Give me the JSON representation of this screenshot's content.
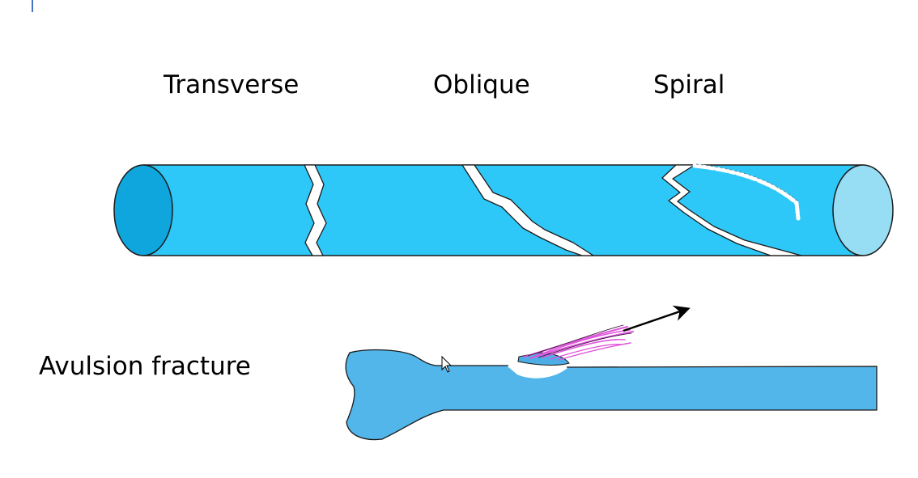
{
  "labels": {
    "transverse": "Transverse",
    "oblique": "Oblique",
    "spiral": "Spiral",
    "avulsion": "Avulsion fracture"
  },
  "colors": {
    "shaft": "#2ec8f8",
    "shaft_end_left": "#0fa6dd",
    "shaft_end_right": "#97def4",
    "avulsion_bone": "#52b6ea",
    "fragment": "#4daee6",
    "tendon": "#e055dc",
    "outline": "#1a1a1a",
    "accent": "#4a72c4"
  }
}
